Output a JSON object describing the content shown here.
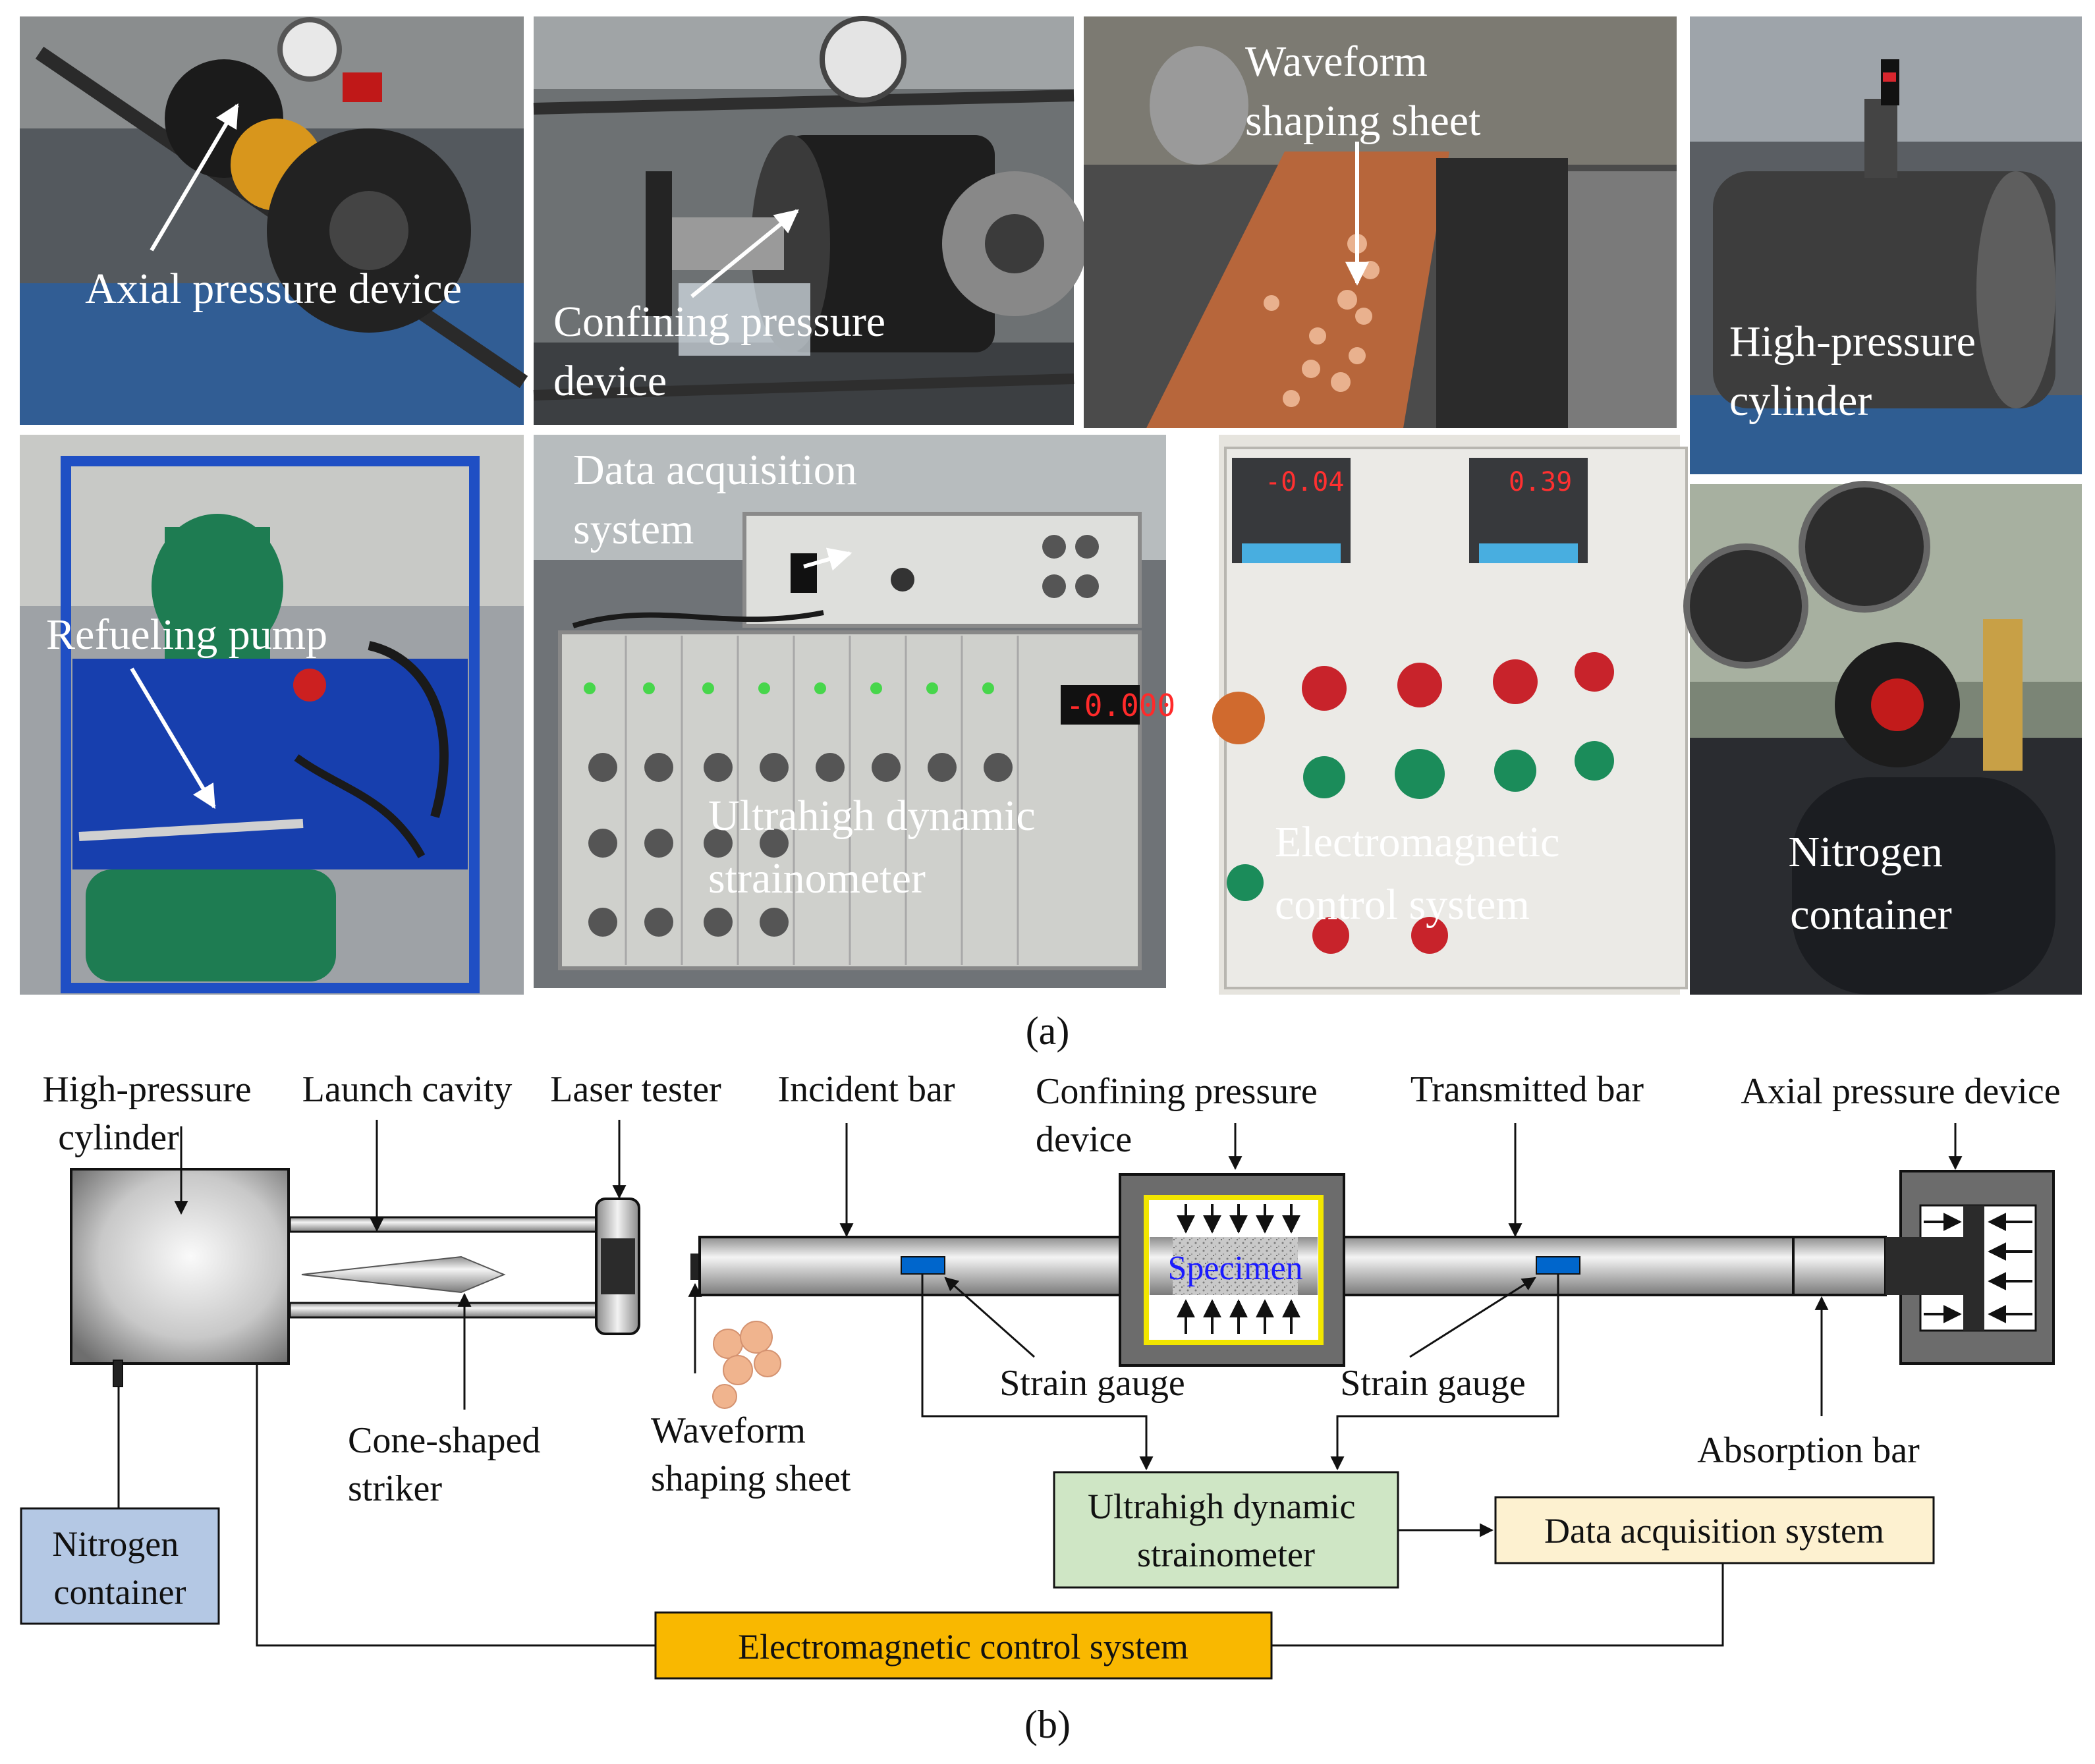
{
  "panel_a": {
    "label": "(a)",
    "photos": [
      {
        "key": "axial",
        "lines": [
          "Axial pressure device"
        ]
      },
      {
        "key": "confining",
        "lines": [
          "Confining pressure",
          "device"
        ]
      },
      {
        "key": "waveform",
        "lines": [
          "Waveform",
          "shaping sheet"
        ]
      },
      {
        "key": "cylinder",
        "lines": [
          "High-pressure",
          "cylinder"
        ]
      },
      {
        "key": "pump",
        "lines": [
          "Refueling pump"
        ]
      },
      {
        "key": "daq",
        "lines": [
          "Data acquisition",
          "system"
        ]
      },
      {
        "key": "strain",
        "lines": [
          "Ultrahigh dynamic",
          "strainometer"
        ]
      },
      {
        "key": "electro",
        "lines": [
          "Electromagnetic",
          "control system"
        ]
      },
      {
        "key": "nitrogen",
        "lines": [
          "Nitrogen",
          "container"
        ]
      }
    ],
    "displays": {
      "left": "-0.04",
      "right": "0.39",
      "strain_meter": "-0.000"
    }
  },
  "panel_b": {
    "label": "(b)",
    "labels": {
      "high_pressure_cylinder": [
        "High-pressure",
        "cylinder"
      ],
      "launch_cavity": "Launch cavity",
      "laser_tester": "Laser tester",
      "incident_bar": "Incident bar",
      "confining_pressure_device": [
        "Confining pressure",
        "device"
      ],
      "transmitted_bar": "Transmitted bar",
      "axial_pressure_device": "Axial pressure device",
      "specimen": "Specimen",
      "strain_gauge_1": "Strain gauge",
      "strain_gauge_2": "Strain gauge",
      "cone_striker": [
        "Cone-shaped",
        "striker"
      ],
      "waveform_sheet": [
        "Waveform",
        "shaping sheet"
      ],
      "absorption_bar": "Absorption bar",
      "nitrogen_container": [
        "Nitrogen",
        "container"
      ],
      "strainometer": [
        "Ultrahigh dynamic",
        "strainometer"
      ],
      "data_acquisition": "Data acquisition system",
      "electromagnetic_control": "Electromagnetic control system"
    },
    "colors": {
      "nitrogen_box": "#b4c8e4",
      "strainometer_box": "#cfe6c5",
      "daq_box": "#fdf1d0",
      "control_box": "#f9b800",
      "gauge": "#0066cc",
      "specimen_border": "#f2e600"
    }
  }
}
